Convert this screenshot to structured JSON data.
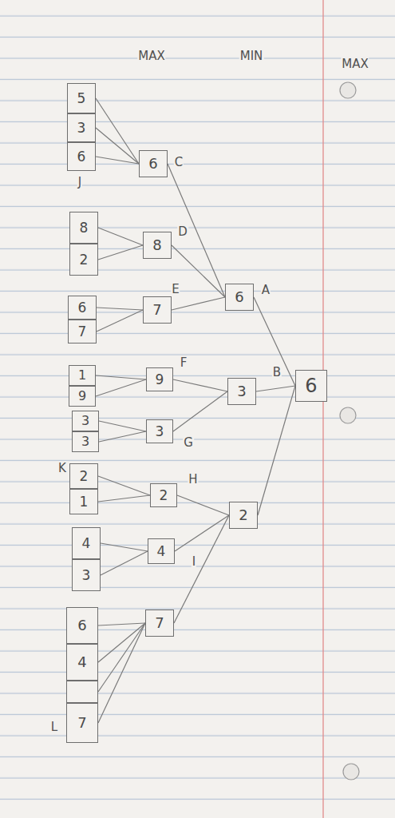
{
  "diagram": {
    "nodes": [
      {
        "text": [
          "6"
        ]
      },
      {
        "text": [
          "6"
        ]
      },
      {
        "text": [
          "3"
        ]
      },
      {
        "text": [
          "2"
        ]
      },
      {
        "text": [
          "6"
        ]
      },
      {
        "text": [
          "8"
        ]
      },
      {
        "text": [
          "7"
        ]
      },
      {
        "text": [
          "9"
        ]
      },
      {
        "text": [
          "3"
        ]
      },
      {
        "text": [
          "2"
        ]
      },
      {
        "text": [
          "4"
        ]
      },
      {
        "text": [
          "7"
        ]
      },
      {
        "text": [
          "5"
        ]
      },
      {
        "text": [
          "3"
        ]
      },
      {
        "text": [
          "6"
        ]
      },
      {
        "text": [
          "8"
        ]
      },
      {
        "text": [
          "2"
        ]
      },
      {
        "text": [
          "6"
        ]
      },
      {
        "text": [
          "7"
        ]
      },
      {
        "text": [
          "1"
        ]
      },
      {
        "text": [
          "9"
        ]
      },
      {
        "text": [
          "3"
        ]
      },
      {
        "text": [
          "3"
        ]
      },
      {
        "text": [
          "2"
        ]
      },
      {
        "text": [
          "1"
        ]
      },
      {
        "text": [
          "4"
        ]
      },
      {
        "text": [
          "3"
        ]
      },
      {
        "text": [
          "6"
        ]
      },
      {
        "text": [
          "4"
        ]
      },
      {
        "text": []
      },
      {
        "text": [
          "7"
        ]
      }
    ],
    "edges": [
      {
        "from": 0,
        "to": 1,
        "arrow": "none"
      },
      {
        "from": 0,
        "to": 2,
        "arrow": "none"
      },
      {
        "from": 0,
        "to": 3,
        "arrow": "none"
      },
      {
        "from": 1,
        "to": 4,
        "arrow": "none"
      },
      {
        "from": 1,
        "to": 5,
        "arrow": "none"
      },
      {
        "from": 1,
        "to": 6,
        "arrow": "none"
      },
      {
        "from": 2,
        "to": 7,
        "arrow": "none"
      },
      {
        "from": 2,
        "to": 8,
        "arrow": "none"
      },
      {
        "from": 3,
        "to": 9,
        "arrow": "none"
      },
      {
        "from": 3,
        "to": 10,
        "arrow": "none"
      },
      {
        "from": 3,
        "to": 11,
        "arrow": "none"
      },
      {
        "from": 4,
        "to": 12,
        "arrow": "none"
      },
      {
        "from": 4,
        "to": 13,
        "arrow": "none"
      },
      {
        "from": 4,
        "to": 14,
        "arrow": "none"
      },
      {
        "from": 5,
        "to": 15,
        "arrow": "none"
      },
      {
        "from": 5,
        "to": 16,
        "arrow": "none"
      },
      {
        "from": 6,
        "to": 17,
        "arrow": "none"
      },
      {
        "from": 6,
        "to": 18,
        "arrow": "none"
      },
      {
        "from": 7,
        "to": 19,
        "arrow": "none"
      },
      {
        "from": 7,
        "to": 20,
        "arrow": "none"
      },
      {
        "from": 8,
        "to": 21,
        "arrow": "none"
      },
      {
        "from": 8,
        "to": 22,
        "arrow": "none"
      },
      {
        "from": 9,
        "to": 23,
        "arrow": "none"
      },
      {
        "from": 9,
        "to": 24,
        "arrow": "none"
      },
      {
        "from": 10,
        "to": 25,
        "arrow": "none"
      },
      {
        "from": 10,
        "to": 26,
        "arrow": "none"
      },
      {
        "from": 11,
        "to": 27,
        "arrow": "none"
      },
      {
        "from": 11,
        "to": 28,
        "arrow": "none"
      },
      {
        "from": 11,
        "to": 29,
        "arrow": "none"
      },
      {
        "from": 11,
        "to": 30,
        "arrow": "none"
      }
    ],
    "labels": [
      "MAX",
      "MIN",
      "MAX",
      "A",
      "B",
      "C",
      "D",
      "E",
      "F",
      "G",
      "H",
      "I",
      "J",
      "K",
      "L"
    ]
  }
}
